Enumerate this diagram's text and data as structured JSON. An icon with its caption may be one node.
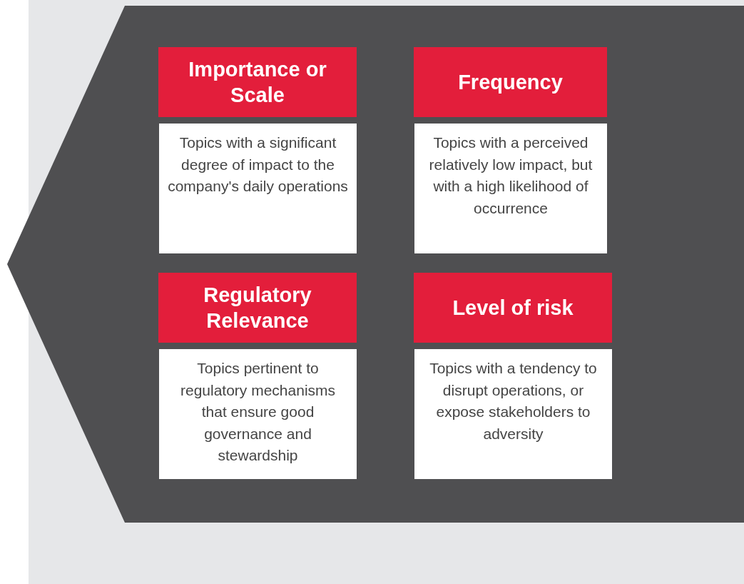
{
  "diagram": {
    "nodes": [
      {
        "text": [
          "Importance or Scale",
          "Topics with a significant degree of impact to the company's daily operations"
        ]
      },
      {
        "text": [
          "Frequency",
          "Topics with a perceived relatively low impact, but with a high likelihood of occurrence"
        ]
      },
      {
        "text": [
          "Regulatory Relevance",
          "Topics pertinent to regulatory mechanisms that ensure good governance and stewardship"
        ]
      },
      {
        "text": [
          "Level of risk",
          "Topics with a tendency to disrupt operations, or expose stakeholders to adversity"
        ]
      }
    ]
  }
}
